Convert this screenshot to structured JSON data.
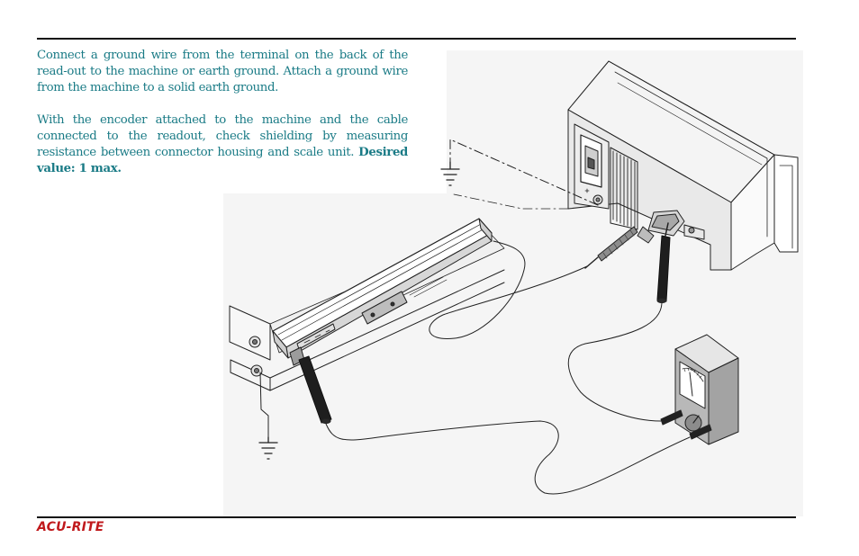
{
  "instructions": {
    "paragraph_1": "Connect a ground wire from the terminal on the back of the read-out to the machine or earth ground. Attach a ground wire from the machine to a solid earth ground.",
    "paragraph_2_text": "With the encoder attached to the machine and the cable connected to the readout, check shielding by measuring resistance between connector housing and scale unit. ",
    "paragraph_2_emphasis": "Desired value: 1 max."
  },
  "footer": {
    "brand": "ACU-RITE"
  },
  "colors": {
    "text": "#1a7b86",
    "brand": "#c0191c",
    "rule": "#111111"
  }
}
